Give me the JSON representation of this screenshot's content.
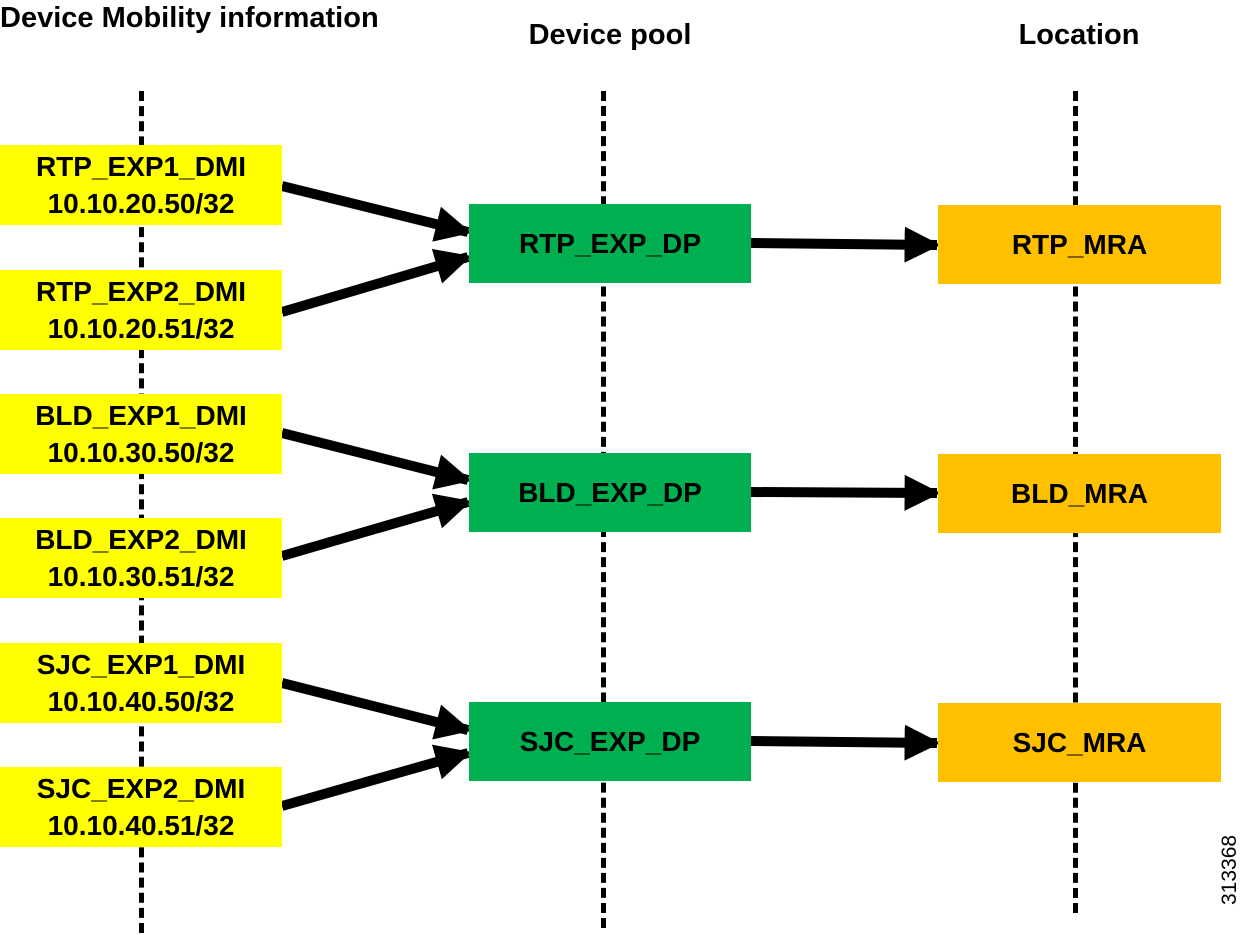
{
  "columns": {
    "dmi_header": "Device Mobility information",
    "pool_header": "Device pool",
    "location_header": "Location"
  },
  "colors": {
    "dmi_fill": "#ffff00",
    "pool_fill": "#00b050",
    "location_fill": "#ffc000",
    "arrow": "#000000"
  },
  "dmi_entries": [
    {
      "name": "RTP_EXP1_DMI",
      "subnet": "10.10.20.50/32"
    },
    {
      "name": "RTP_EXP2_DMI",
      "subnet": "10.10.20.51/32"
    },
    {
      "name": "BLD_EXP1_DMI",
      "subnet": "10.10.30.50/32"
    },
    {
      "name": "BLD_EXP2_DMI",
      "subnet": "10.10.30.51/32"
    },
    {
      "name": "SJC_EXP1_DMI",
      "subnet": "10.10.40.50/32"
    },
    {
      "name": "SJC_EXP2_DMI",
      "subnet": "10.10.40.51/32"
    }
  ],
  "device_pools": [
    {
      "name": "RTP_EXP_DP"
    },
    {
      "name": "BLD_EXP_DP"
    },
    {
      "name": "SJC_EXP_DP"
    }
  ],
  "locations": [
    {
      "name": "RTP_MRA"
    },
    {
      "name": "BLD_MRA"
    },
    {
      "name": "SJC_MRA"
    }
  ],
  "mappings": [
    {
      "from": "RTP_EXP1_DMI",
      "to": "RTP_EXP_DP"
    },
    {
      "from": "RTP_EXP2_DMI",
      "to": "RTP_EXP_DP"
    },
    {
      "from": "BLD_EXP1_DMI",
      "to": "BLD_EXP_DP"
    },
    {
      "from": "BLD_EXP2_DMI",
      "to": "BLD_EXP_DP"
    },
    {
      "from": "SJC_EXP1_DMI",
      "to": "SJC_EXP_DP"
    },
    {
      "from": "SJC_EXP2_DMI",
      "to": "SJC_EXP_DP"
    },
    {
      "from": "RTP_EXP_DP",
      "to": "RTP_MRA"
    },
    {
      "from": "BLD_EXP_DP",
      "to": "BLD_MRA"
    },
    {
      "from": "SJC_EXP_DP",
      "to": "SJC_MRA"
    }
  ],
  "figure_id": "313368"
}
